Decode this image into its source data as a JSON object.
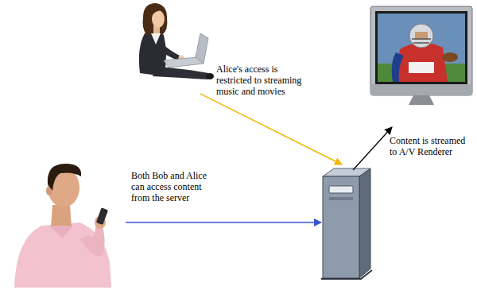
{
  "diagram": {
    "labels": [
      "Alice's access is restricted to streaming music and movies",
      "Content is streamed to A/V Renderer",
      "Both Bob and Alice can access content from the server"
    ]
  }
}
